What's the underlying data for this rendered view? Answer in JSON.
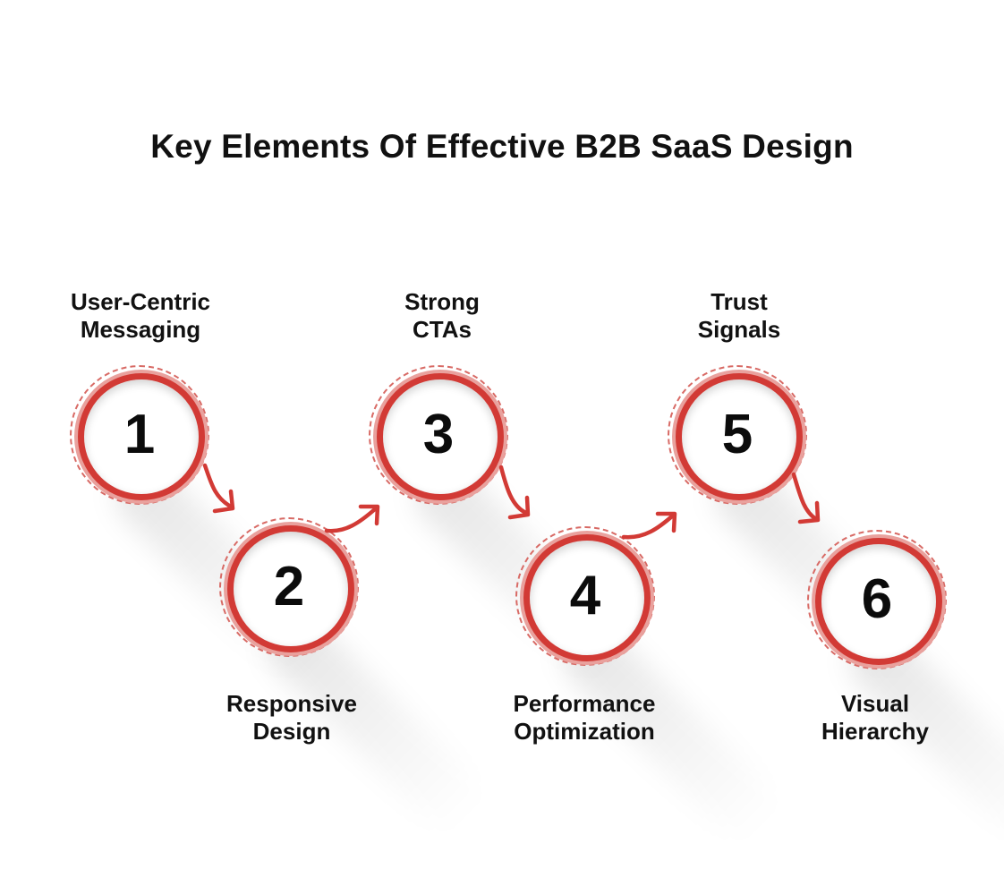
{
  "title": "Key Elements Of Effective B2B SaaS Design",
  "colors": {
    "accent": "#d23a35",
    "accent_light": "#e9a19d",
    "dash": "#d86a65",
    "text": "#111111"
  },
  "steps": [
    {
      "number": "1",
      "line1": "User-Centric",
      "line2": "Messaging"
    },
    {
      "number": "2",
      "line1": "Responsive",
      "line2": "Design"
    },
    {
      "number": "3",
      "line1": "Strong",
      "line2": "CTAs"
    },
    {
      "number": "4",
      "line1": "Performance",
      "line2": "Optimization"
    },
    {
      "number": "5",
      "line1": "Trust",
      "line2": "Signals"
    },
    {
      "number": "6",
      "line1": "Visual",
      "line2": "Hierarchy"
    }
  ]
}
